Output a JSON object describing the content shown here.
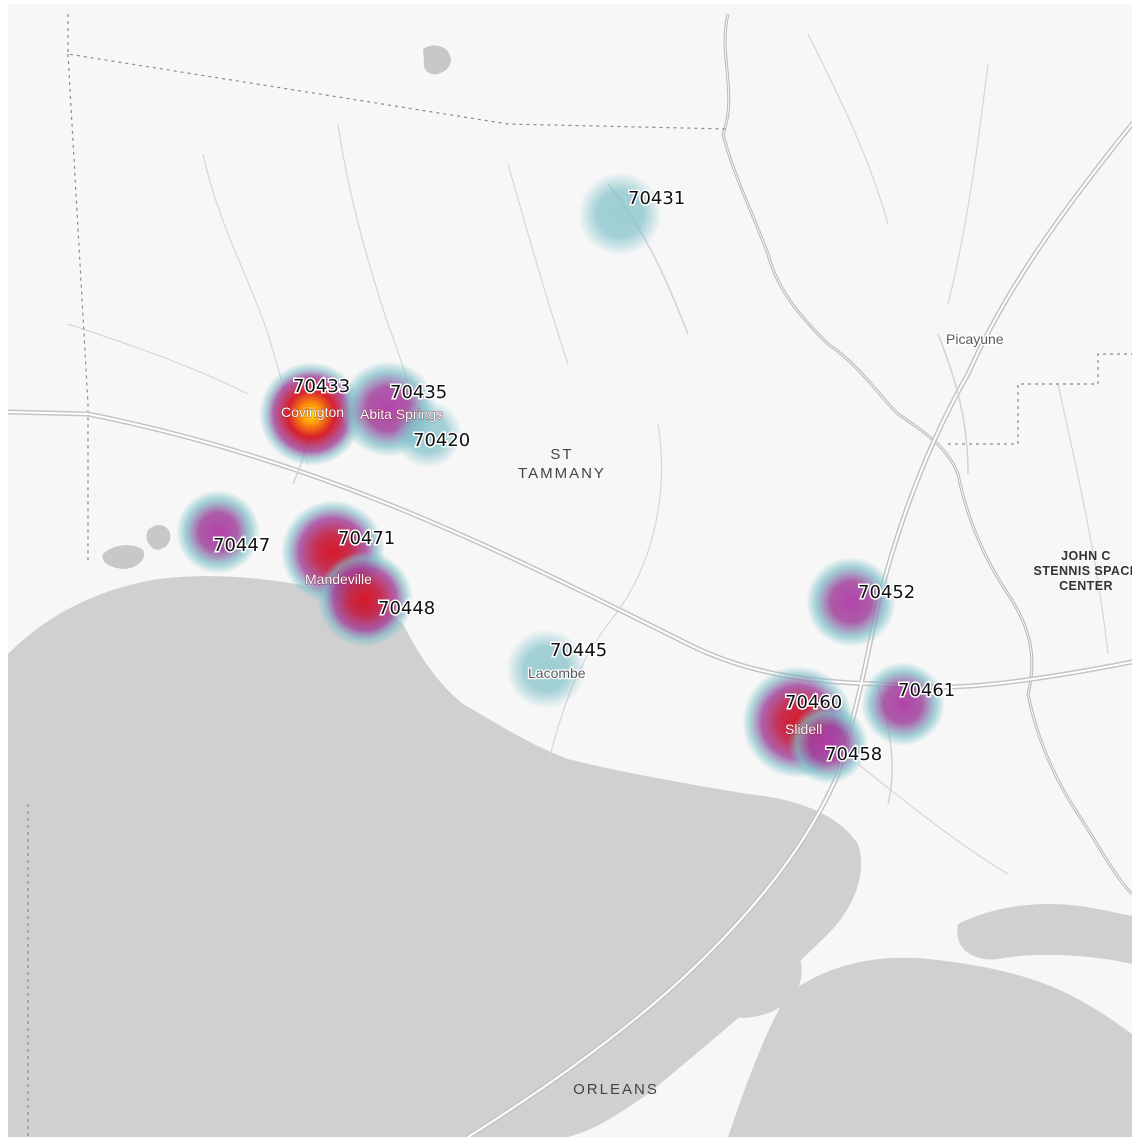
{
  "map": {
    "type": "heatmap",
    "colors": {
      "land": "#f7f7f7",
      "water": "#d0d0d0",
      "road": "#c8c8c8",
      "boundary": "#8a8a8a",
      "heat_low": "#7ec0c9",
      "heat_mid": "#a0409a",
      "heat_high": "#d50d1c",
      "heat_peak": "#ffe800"
    },
    "hotspots": [
      {
        "zip": "70433",
        "intensity": 1.0
      },
      {
        "zip": "70435",
        "intensity": 0.7
      },
      {
        "zip": "70420",
        "intensity": 0.35
      },
      {
        "zip": "70471",
        "intensity": 0.9
      },
      {
        "zip": "70448",
        "intensity": 0.8
      },
      {
        "zip": "70447",
        "intensity": 0.5
      },
      {
        "zip": "70431",
        "intensity": 0.25
      },
      {
        "zip": "70445",
        "intensity": 0.25
      },
      {
        "zip": "70452",
        "intensity": 0.5
      },
      {
        "zip": "70460",
        "intensity": 0.85
      },
      {
        "zip": "70458",
        "intensity": 0.55
      },
      {
        "zip": "70461",
        "intensity": 0.55
      }
    ],
    "places": {
      "covington": "Covington",
      "abita_springs": "Abita Springs",
      "mandeville": "Mandeville",
      "lacombe": "Lacombe",
      "slidell": "Slidell",
      "picayune": "Picayune"
    },
    "regions": {
      "st_tammany_line1": "ST",
      "st_tammany_line2": "TAMMANY",
      "stennis_line1": "JOHN C",
      "stennis_line2": "STENNIS SPACE",
      "stennis_line3": "CENTER",
      "orleans": "ORLEANS"
    }
  }
}
